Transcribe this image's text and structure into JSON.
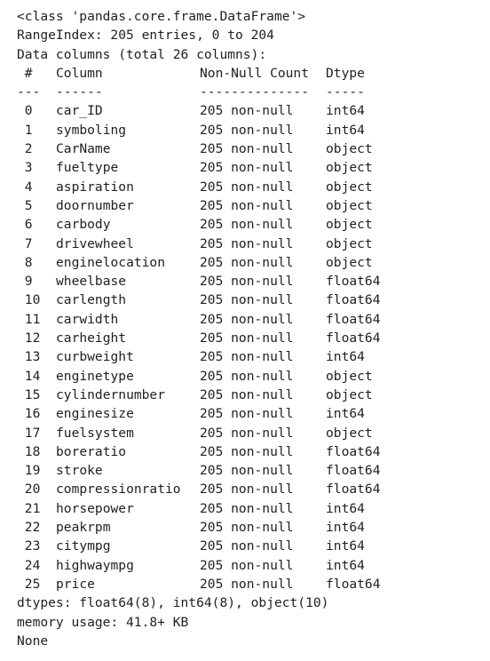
{
  "info": {
    "class_line": "<class 'pandas.core.frame.DataFrame'>",
    "range_index": "RangeIndex: 205 entries, 0 to 204",
    "data_columns": "Data columns (total 26 columns):",
    "header": {
      "idx": " #",
      "column": "Column",
      "non_null": "Non-Null Count",
      "dtype": "Dtype"
    },
    "separator": {
      "idx": "---",
      "column": "------",
      "non_null": "--------------",
      "dtype": "-----"
    },
    "rows": [
      {
        "idx": " 0",
        "column": "car_ID",
        "non_null": "205 non-null",
        "dtype": "int64"
      },
      {
        "idx": " 1",
        "column": "symboling",
        "non_null": "205 non-null",
        "dtype": "int64"
      },
      {
        "idx": " 2",
        "column": "CarName",
        "non_null": "205 non-null",
        "dtype": "object"
      },
      {
        "idx": " 3",
        "column": "fueltype",
        "non_null": "205 non-null",
        "dtype": "object"
      },
      {
        "idx": " 4",
        "column": "aspiration",
        "non_null": "205 non-null",
        "dtype": "object"
      },
      {
        "idx": " 5",
        "column": "doornumber",
        "non_null": "205 non-null",
        "dtype": "object"
      },
      {
        "idx": " 6",
        "column": "carbody",
        "non_null": "205 non-null",
        "dtype": "object"
      },
      {
        "idx": " 7",
        "column": "drivewheel",
        "non_null": "205 non-null",
        "dtype": "object"
      },
      {
        "idx": " 8",
        "column": "enginelocation",
        "non_null": "205 non-null",
        "dtype": "object"
      },
      {
        "idx": " 9",
        "column": "wheelbase",
        "non_null": "205 non-null",
        "dtype": "float64"
      },
      {
        "idx": " 10",
        "column": "carlength",
        "non_null": "205 non-null",
        "dtype": "float64"
      },
      {
        "idx": " 11",
        "column": "carwidth",
        "non_null": "205 non-null",
        "dtype": "float64"
      },
      {
        "idx": " 12",
        "column": "carheight",
        "non_null": "205 non-null",
        "dtype": "float64"
      },
      {
        "idx": " 13",
        "column": "curbweight",
        "non_null": "205 non-null",
        "dtype": "int64"
      },
      {
        "idx": " 14",
        "column": "enginetype",
        "non_null": "205 non-null",
        "dtype": "object"
      },
      {
        "idx": " 15",
        "column": "cylindernumber",
        "non_null": "205 non-null",
        "dtype": "object"
      },
      {
        "idx": " 16",
        "column": "enginesize",
        "non_null": "205 non-null",
        "dtype": "int64"
      },
      {
        "idx": " 17",
        "column": "fuelsystem",
        "non_null": "205 non-null",
        "dtype": "object"
      },
      {
        "idx": " 18",
        "column": "boreratio",
        "non_null": "205 non-null",
        "dtype": "float64"
      },
      {
        "idx": " 19",
        "column": "stroke",
        "non_null": "205 non-null",
        "dtype": "float64"
      },
      {
        "idx": " 20",
        "column": "compressionratio",
        "non_null": "205 non-null",
        "dtype": "float64"
      },
      {
        "idx": " 21",
        "column": "horsepower",
        "non_null": "205 non-null",
        "dtype": "int64"
      },
      {
        "idx": " 22",
        "column": "peakrpm",
        "non_null": "205 non-null",
        "dtype": "int64"
      },
      {
        "idx": " 23",
        "column": "citympg",
        "non_null": "205 non-null",
        "dtype": "int64"
      },
      {
        "idx": " 24",
        "column": "highwaympg",
        "non_null": "205 non-null",
        "dtype": "int64"
      },
      {
        "idx": " 25",
        "column": "price",
        "non_null": "205 non-null",
        "dtype": "float64"
      }
    ],
    "dtypes_line": "dtypes: float64(8), int64(8), object(10)",
    "memory_line": "memory usage: 41.8+ KB",
    "return_value": "None"
  }
}
